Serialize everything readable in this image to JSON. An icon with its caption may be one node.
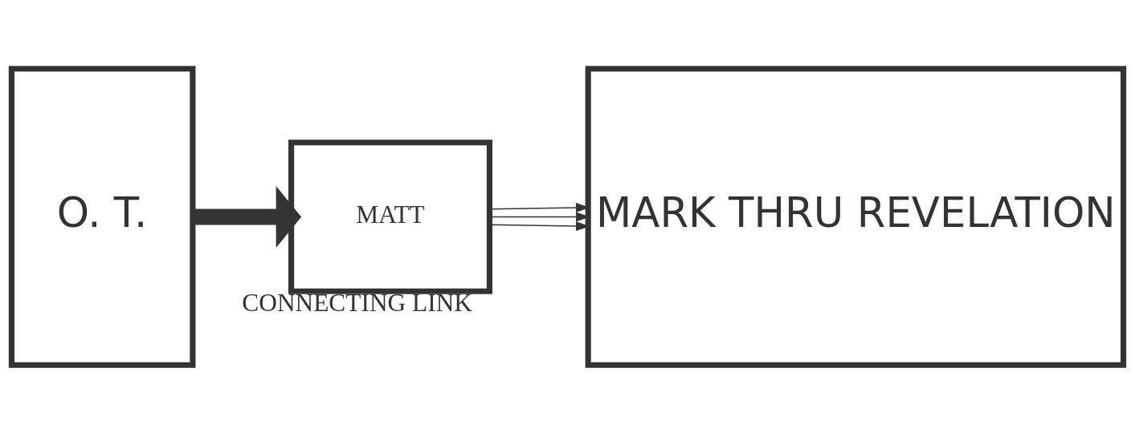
{
  "diagram": {
    "nodes": [
      {
        "text": [
          "O. T."
        ]
      },
      {
        "text": [
          "MATT"
        ],
        "beside": [
          "CONNECTING LINK"
        ]
      },
      {
        "text": [
          "MARK THRU REVELATION"
        ]
      }
    ],
    "edges": [
      {
        "from": 0,
        "to": 1,
        "arrow": "to",
        "style": "thick"
      },
      {
        "from": 1,
        "to": 2,
        "arrow": "to"
      },
      {
        "from": 1,
        "to": 2,
        "arrow": "to"
      },
      {
        "from": 1,
        "to": 2,
        "arrow": "to"
      }
    ]
  }
}
